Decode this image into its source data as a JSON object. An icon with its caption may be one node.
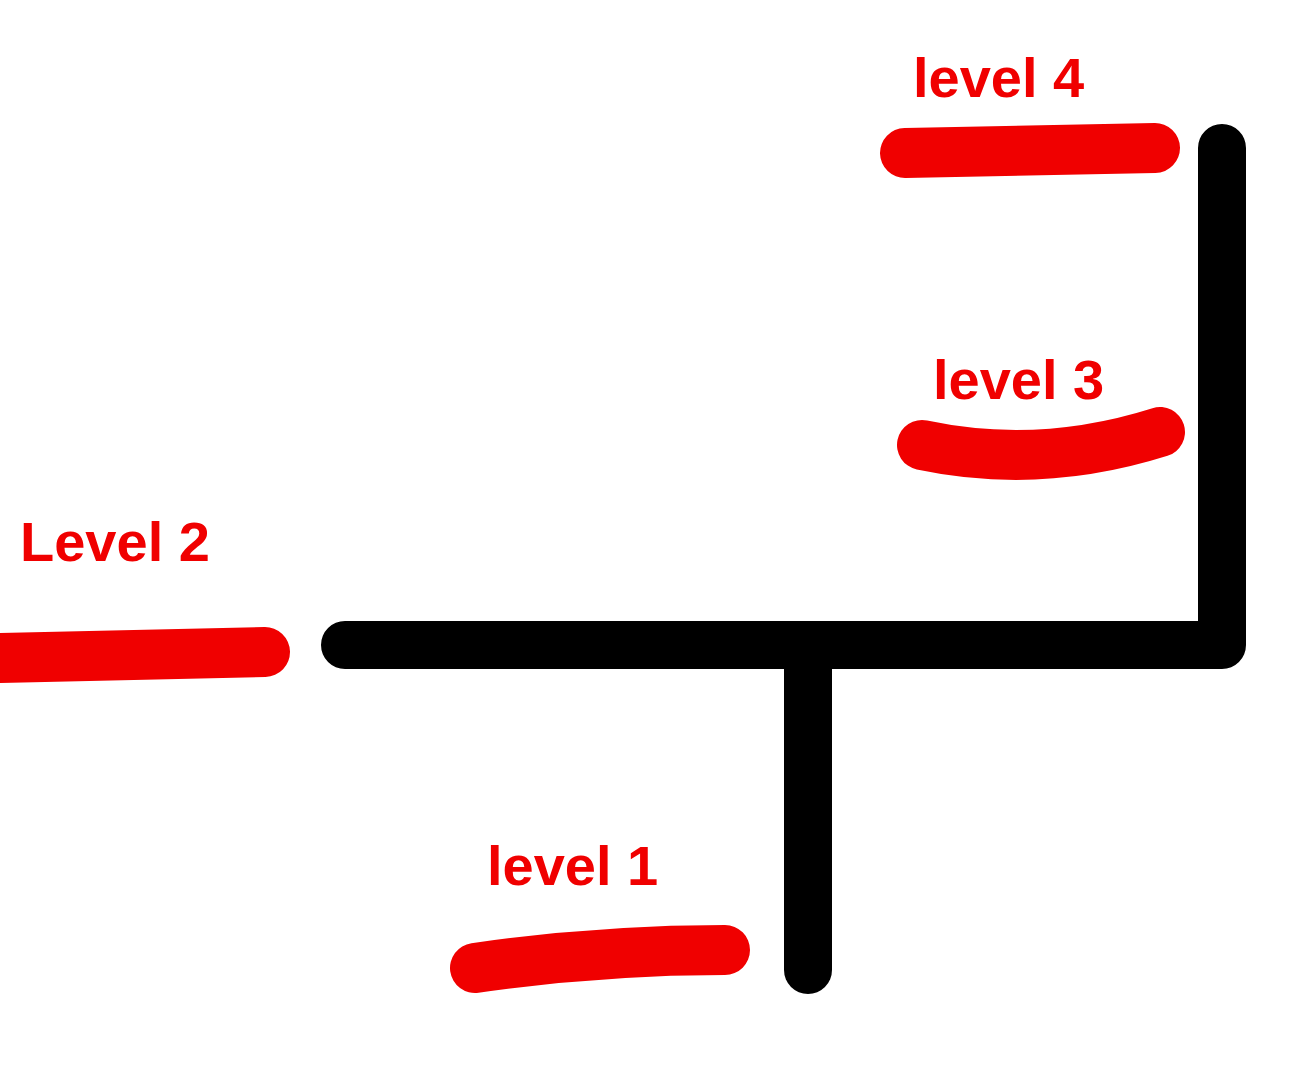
{
  "diagram": {
    "labels": [
      "level 4",
      "level 3",
      "Level 2",
      "level 1"
    ]
  }
}
